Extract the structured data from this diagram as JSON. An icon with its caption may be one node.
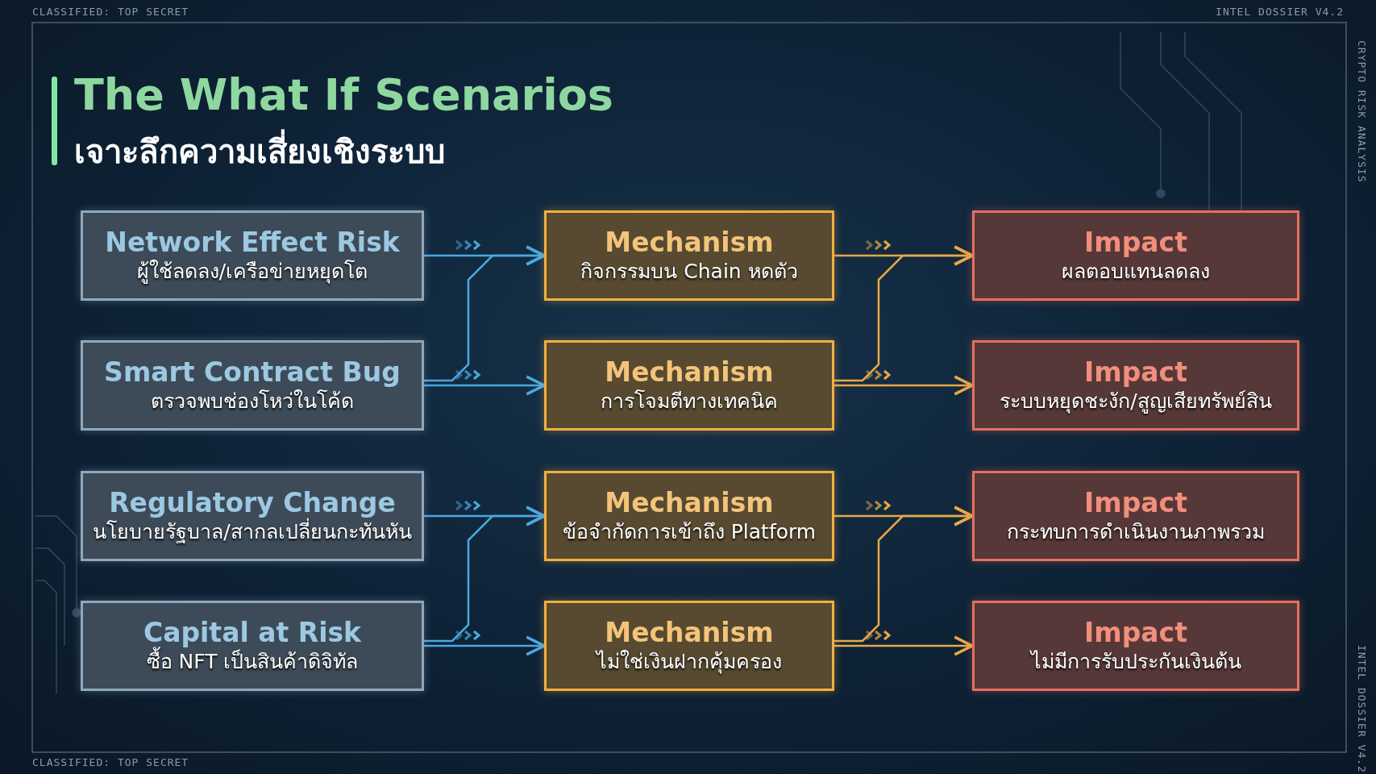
{
  "diagram": {
    "title": "The What If Scenarios",
    "nodes": [
      {
        "text": [
          "Network Effect Risk",
          "ผู้ใช้ลดลง/เครือข่ายหยุดโต"
        ]
      },
      {
        "text": [
          "Smart Contract Bug",
          "ตรวจพบช่องโหว่ในโค้ด"
        ]
      },
      {
        "text": [
          "Regulatory Change",
          "นโยบายรัฐบาล/สากลเปลี่ยนกะทันหัน"
        ]
      },
      {
        "text": [
          "Capital at Risk",
          "ซื้อ NFT เป็นสินค้าดิจิทัล"
        ]
      },
      {
        "text": [
          "Mechanism",
          "กิจกรรมบน Chain หดตัว"
        ]
      },
      {
        "text": [
          "Mechanism",
          "การโจมตีทางเทคนิค"
        ]
      },
      {
        "text": [
          "Mechanism",
          "ข้อจำกัดการเข้าถึง Platform"
        ]
      },
      {
        "text": [
          "Mechanism",
          "ไม่ใช่เงินฝากคุ้มครอง"
        ]
      },
      {
        "text": [
          "Impact",
          "ผลตอบแทนลดลง"
        ]
      },
      {
        "text": [
          "Impact",
          "ระบบหยุดชะงัก/สูญเสียทรัพย์สิน"
        ]
      },
      {
        "text": [
          "Impact",
          "กระทบการดำเนินงานภาพรวม"
        ]
      },
      {
        "text": [
          "Impact",
          "ไม่มีการรับประกันเงินต้น"
        ]
      }
    ],
    "edges": [
      {
        "from": 0,
        "to": 4,
        "arrow": "to",
        "color": "#4aa8e0"
      },
      {
        "from": 1,
        "to": 4,
        "arrow": "to",
        "color": "#4aa8e0"
      },
      {
        "from": 1,
        "to": 5,
        "arrow": "to",
        "color": "#4aa8e0"
      },
      {
        "from": 2,
        "to": 6,
        "arrow": "to",
        "color": "#4aa8e0"
      },
      {
        "from": 3,
        "to": 6,
        "arrow": "to",
        "color": "#4aa8e0"
      },
      {
        "from": 3,
        "to": 7,
        "arrow": "to",
        "color": "#4aa8e0"
      },
      {
        "from": 4,
        "to": 8,
        "arrow": "to",
        "color": "#e8a848"
      },
      {
        "from": 5,
        "to": 8,
        "arrow": "to",
        "color": "#e8a848"
      },
      {
        "from": 5,
        "to": 9,
        "arrow": "to",
        "color": "#e8a848"
      },
      {
        "from": 6,
        "to": 10,
        "arrow": "to",
        "color": "#e8a848"
      },
      {
        "from": 7,
        "to": 10,
        "arrow": "to",
        "color": "#e8a848"
      },
      {
        "from": 7,
        "to": 11,
        "arrow": "to",
        "color": "#e8a848"
      }
    ],
    "labels": [
      "เจาะลึกความเสี่ยงเชิงระบบ",
      "CLASSIFIED: TOP SECRET",
      "INTEL DOSSIER V4.2",
      "CRYPTO RISK ANALYSIS",
      "CLASSIFIED: TOP SECRET",
      "INTEL DOSSIER V4.2"
    ]
  }
}
